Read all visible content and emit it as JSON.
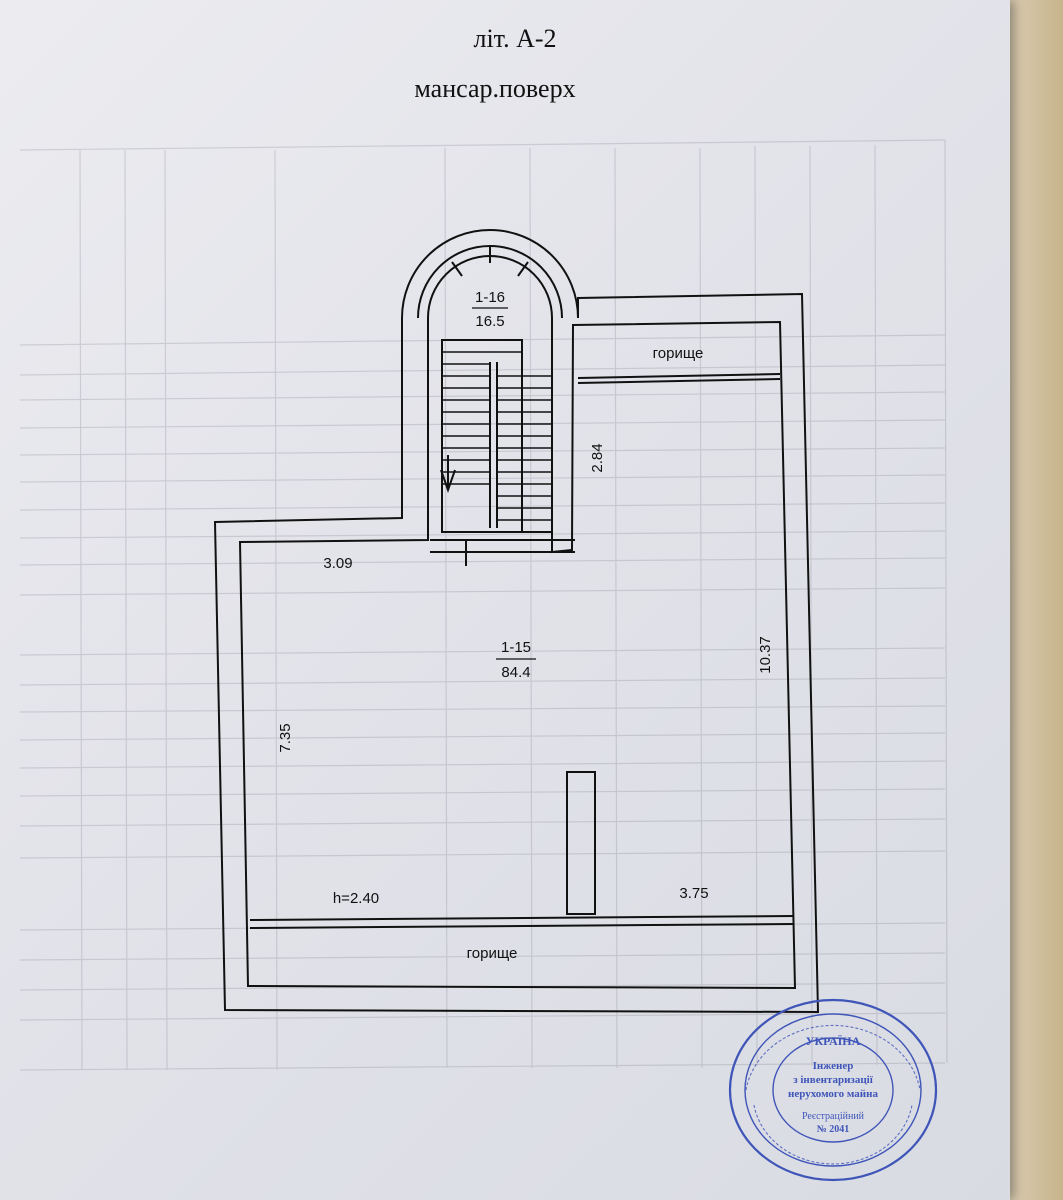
{
  "header": {
    "title": "літ. А-2",
    "floor": "мансар.поверх"
  },
  "rooms": [
    {
      "id": "1-16",
      "area": "16.5"
    },
    {
      "id": "1-15",
      "area": "84.4"
    }
  ],
  "attic_top": "горище",
  "attic_bottom": "горище",
  "dimensions": {
    "stair_height": "2.84",
    "top_left_width": "3.09",
    "right_side": "10.37",
    "left_side": "7.35",
    "bottom_width": "3.75",
    "ceiling_height": "h=2.40"
  },
  "stamp": {
    "country": "УКРАЇНА",
    "role_line1": "Інженер",
    "role_line2": "з інвентаризації",
    "role_line3": "нерухомого майна",
    "reg_label": "Реєстраційний",
    "reg_number": "№ 2041"
  },
  "colors": {
    "ink": "#111111",
    "stamp_blue": "#3f55b8"
  }
}
